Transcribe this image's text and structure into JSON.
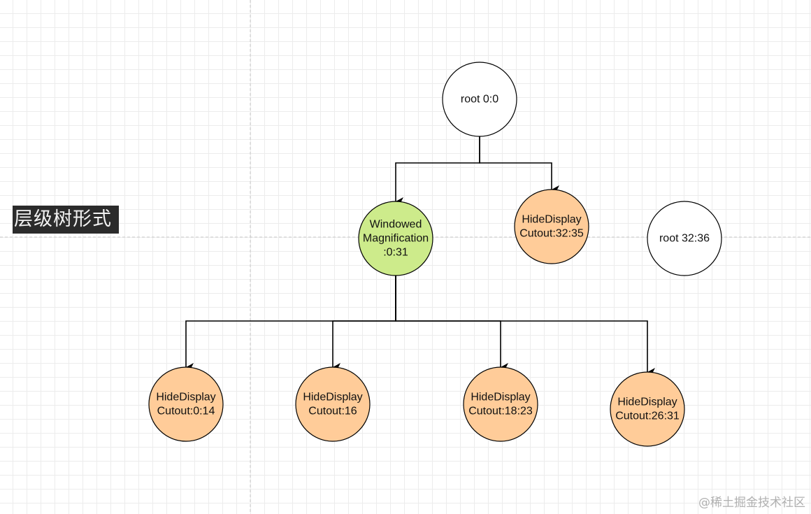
{
  "title": "层级树形式",
  "watermark": "@稀土掘金技术社区",
  "colors": {
    "root_fill": "#ffffff",
    "windowed_fill": "#cdeb8b",
    "hide_fill": "#ffcc99",
    "stroke": "#000000",
    "grid_minor": "#ececec",
    "grid_major": "#d9d9d9",
    "guide": "#c8c8c8"
  },
  "nodes": [
    {
      "id": "root-0-0",
      "lines": [
        "root 0:0"
      ],
      "style": "root"
    },
    {
      "id": "windowed-magnification",
      "lines": [
        "Windowed",
        "Magnification",
        ":0:31"
      ],
      "style": "windowed"
    },
    {
      "id": "hide-display-cutout-32-35",
      "lines": [
        "HideDisplay",
        "Cutout:32:35"
      ],
      "style": "hide"
    },
    {
      "id": "root-32-36",
      "lines": [
        "root 32:36"
      ],
      "style": "root"
    },
    {
      "id": "hide-display-cutout-0-14",
      "lines": [
        "HideDisplay",
        "Cutout:0:14"
      ],
      "style": "hide"
    },
    {
      "id": "hide-display-cutout-16",
      "lines": [
        "HideDisplay",
        "Cutout:16"
      ],
      "style": "hide"
    },
    {
      "id": "hide-display-cutout-18-23",
      "lines": [
        "HideDisplay",
        "Cutout:18:23"
      ],
      "style": "hide"
    },
    {
      "id": "hide-display-cutout-26-31",
      "lines": [
        "HideDisplay",
        "Cutout:26:31"
      ],
      "style": "hide"
    }
  ],
  "edges": [
    {
      "from": "root-0-0",
      "to": "windowed-magnification"
    },
    {
      "from": "root-0-0",
      "to": "hide-display-cutout-32-35"
    },
    {
      "from": "windowed-magnification",
      "to": "hide-display-cutout-0-14"
    },
    {
      "from": "windowed-magnification",
      "to": "hide-display-cutout-16"
    },
    {
      "from": "windowed-magnification",
      "to": "hide-display-cutout-18-23"
    },
    {
      "from": "windowed-magnification",
      "to": "hide-display-cutout-26-31"
    }
  ]
}
